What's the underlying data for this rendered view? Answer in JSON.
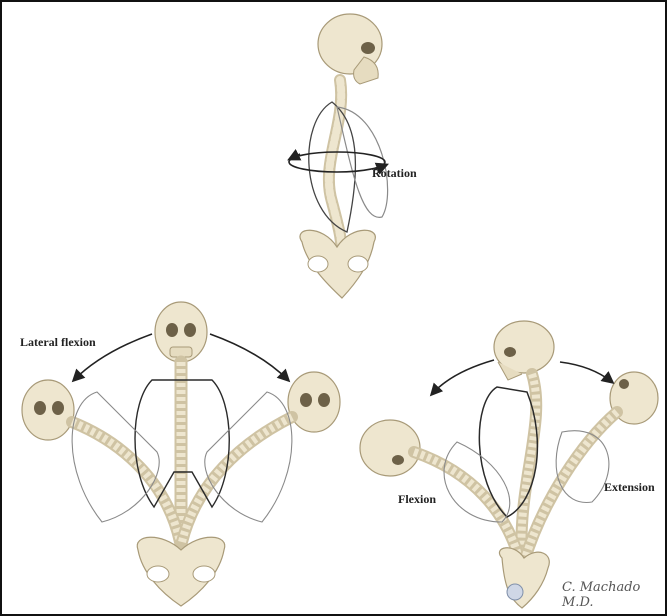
{
  "labels": {
    "rotation": "Rotation",
    "lateral_flexion": "Lateral flexion",
    "flexion": "Flexion",
    "extension": "Extension"
  },
  "signature": "C. Machado M.D.",
  "colors": {
    "bone": "#eee6cf",
    "bone_shade": "#cfc3a3",
    "outline": "#2a2a2a",
    "rib_outline": "#8a8a8a"
  }
}
